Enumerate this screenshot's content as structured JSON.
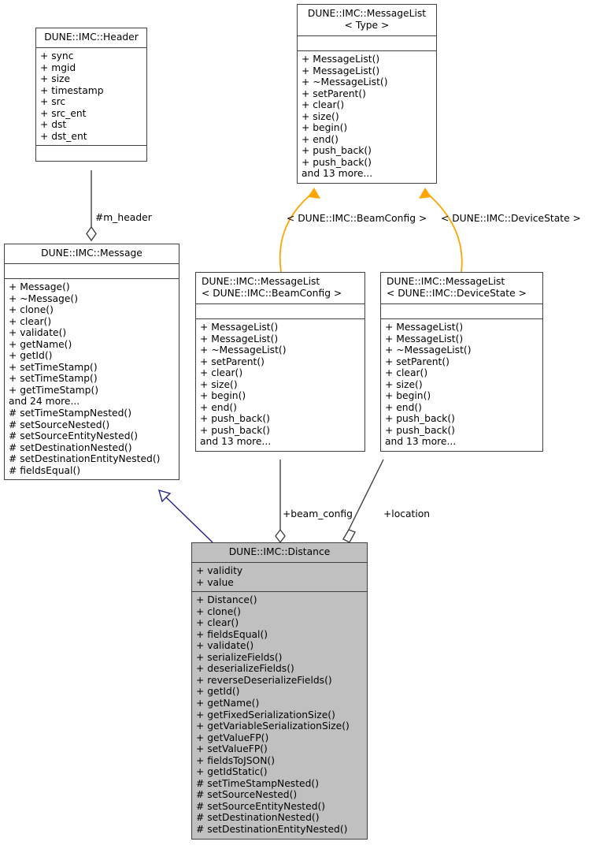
{
  "diagram": {
    "type": "uml-class-diagram",
    "title": "DUNE::IMC::Distance collaboration diagram",
    "colors": {
      "node_border": "#404040",
      "node_fill": "#ffffff",
      "highlight_fill": "#c0c0c0",
      "inherit_edge": "#22228f",
      "aggregation_edge": "#404040",
      "template_edge": "#ffa500",
      "text": "#000000"
    }
  },
  "nodes": {
    "header": {
      "name": "DUNE::IMC::Header",
      "attributes": [
        "+ sync",
        "+ mgid",
        "+ size",
        "+ timestamp",
        "+ src",
        "+ src_ent",
        "+ dst",
        "+ dst_ent"
      ],
      "methods": []
    },
    "messagelist_generic": {
      "name": "DUNE::IMC::MessageList",
      "template": "< Type >",
      "attributes": [],
      "methods": [
        "+ MessageList()",
        "+ MessageList()",
        "+ ~MessageList()",
        "+ setParent()",
        "+ clear()",
        "+ size()",
        "+ begin()",
        "+ end()",
        "+ push_back()",
        "+ push_back()",
        "and 13 more..."
      ]
    },
    "message": {
      "name": "DUNE::IMC::Message",
      "attributes": [],
      "methods": [
        "+ Message()",
        "+ ~Message()",
        "+ clone()",
        "+ clear()",
        "+ validate()",
        "+ getName()",
        "+ getId()",
        "+ setTimeStamp()",
        "+ setTimeStamp()",
        "+ getTimeStamp()",
        "and 24 more...",
        "# setTimeStampNested()",
        "# setSourceNested()",
        "# setSourceEntityNested()",
        "# setDestinationNested()",
        "# setDestinationEntityNested()",
        "# fieldsEqual()"
      ]
    },
    "messagelist_beamconfig": {
      "name": "DUNE::IMC::MessageList",
      "template": "< DUNE::IMC::BeamConfig >",
      "attributes": [],
      "methods": [
        "+ MessageList()",
        "+ MessageList()",
        "+ ~MessageList()",
        "+ setParent()",
        "+ clear()",
        "+ size()",
        "+ begin()",
        "+ end()",
        "+ push_back()",
        "+ push_back()",
        "and 13 more..."
      ]
    },
    "messagelist_devicestate": {
      "name": "DUNE::IMC::MessageList",
      "template": "< DUNE::IMC::DeviceState >",
      "attributes": [],
      "methods": [
        "+ MessageList()",
        "+ MessageList()",
        "+ ~MessageList()",
        "+ setParent()",
        "+ clear()",
        "+ size()",
        "+ begin()",
        "+ end()",
        "+ push_back()",
        "+ push_back()",
        "and 13 more..."
      ]
    },
    "distance": {
      "name": "DUNE::IMC::Distance",
      "attributes": [
        "+ validity",
        "+ value"
      ],
      "methods": [
        "+ Distance()",
        "+ clone()",
        "+ clear()",
        "+ fieldsEqual()",
        "+ validate()",
        "+ serializeFields()",
        "+ deserializeFields()",
        "+ reverseDeserializeFields()",
        "+ getId()",
        "+ getName()",
        "+ getFixedSerializationSize()",
        "+ getVariableSerializationSize()",
        "+ getValueFP()",
        "+ setValueFP()",
        "+ fieldsToJSON()",
        "+ getIdStatic()",
        "# setTimeStampNested()",
        "# setSourceNested()",
        "# setSourceEntityNested()",
        "# setDestinationNested()",
        "# setDestinationEntityNested()"
      ]
    }
  },
  "edges": {
    "header_to_message": "#m_header",
    "template_beamconfig": "< DUNE::IMC::BeamConfig >",
    "template_devicestate": "< DUNE::IMC::DeviceState >",
    "beamconfig_to_distance": "+beam_config",
    "devicestate_to_distance": "+location"
  }
}
